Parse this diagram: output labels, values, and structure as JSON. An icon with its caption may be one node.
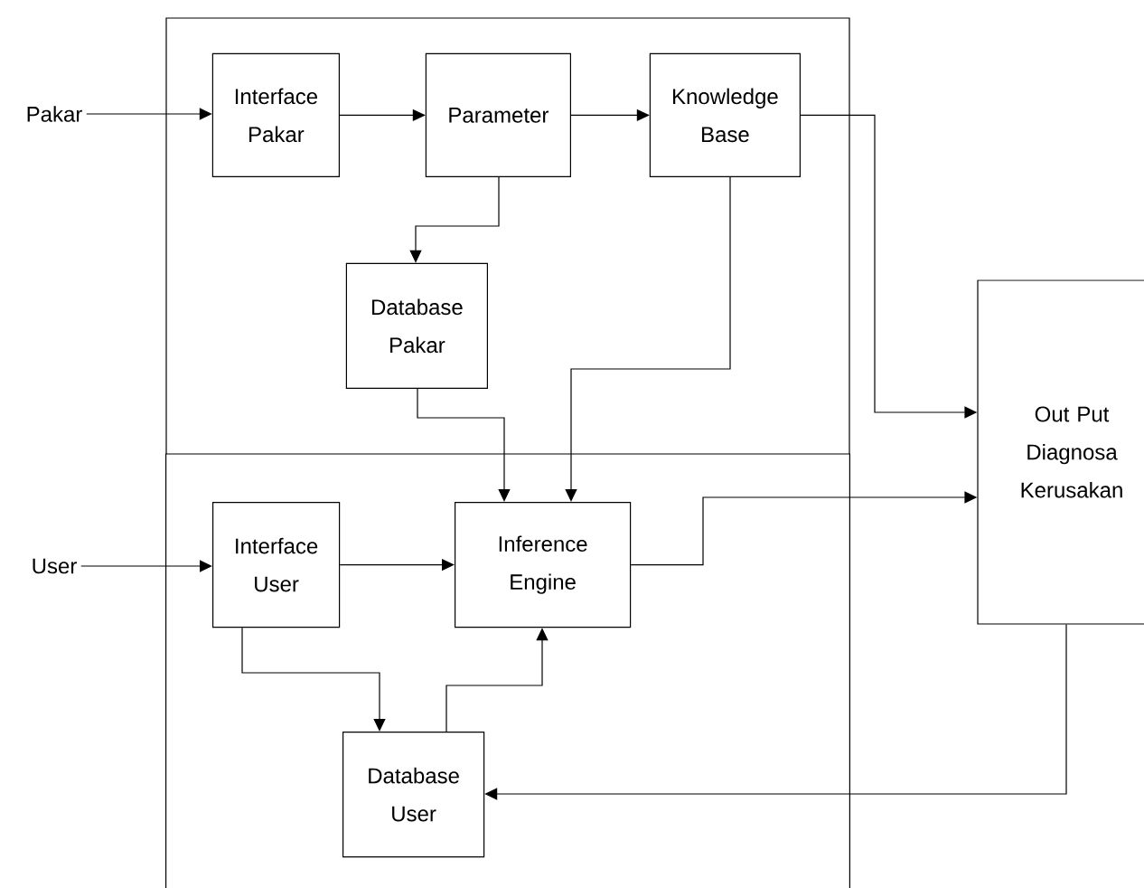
{
  "diagram": {
    "nodes": [
      {
        "text": [],
        "shape": "box"
      },
      {
        "text": [],
        "shape": "box"
      },
      {
        "text": [
          "Pakar"
        ]
      },
      {
        "text": [
          "Interface Pakar"
        ],
        "in": 0
      },
      {
        "text": [
          "Parameter"
        ],
        "in": 0
      },
      {
        "text": [
          "Knowledge Base"
        ],
        "in": 0
      },
      {
        "text": [
          "Database Pakar"
        ],
        "in": 0
      },
      {
        "text": [
          "Out Put Diagnosa Kerusakan"
        ]
      },
      {
        "text": [
          "User"
        ]
      },
      {
        "text": [
          "Interface User"
        ],
        "in": 1
      },
      {
        "text": [
          "Inference Engine"
        ],
        "in": 1
      },
      {
        "text": [
          "Database User"
        ],
        "in": 1
      }
    ],
    "edges": [
      {
        "from": 2,
        "to": 3,
        "arrow": "to"
      },
      {
        "from": 3,
        "to": 4,
        "arrow": "to"
      },
      {
        "from": 4,
        "to": 5,
        "arrow": "to"
      },
      {
        "from": 4,
        "to": 6,
        "arrow": "to"
      },
      {
        "from": 5,
        "to": 7,
        "arrow": "to"
      },
      {
        "from": 6,
        "to": 10,
        "arrow": "to"
      },
      {
        "from": 5,
        "to": 10,
        "arrow": "to"
      },
      {
        "from": 8,
        "to": 9,
        "arrow": "to"
      },
      {
        "from": 9,
        "to": 10,
        "arrow": "to"
      },
      {
        "from": 10,
        "to": 7,
        "arrow": "to"
      },
      {
        "from": 9,
        "to": 11,
        "arrow": "to"
      },
      {
        "from": 11,
        "to": 10,
        "arrow": "to"
      },
      {
        "from": 7,
        "to": 11,
        "arrow": "to"
      }
    ]
  }
}
